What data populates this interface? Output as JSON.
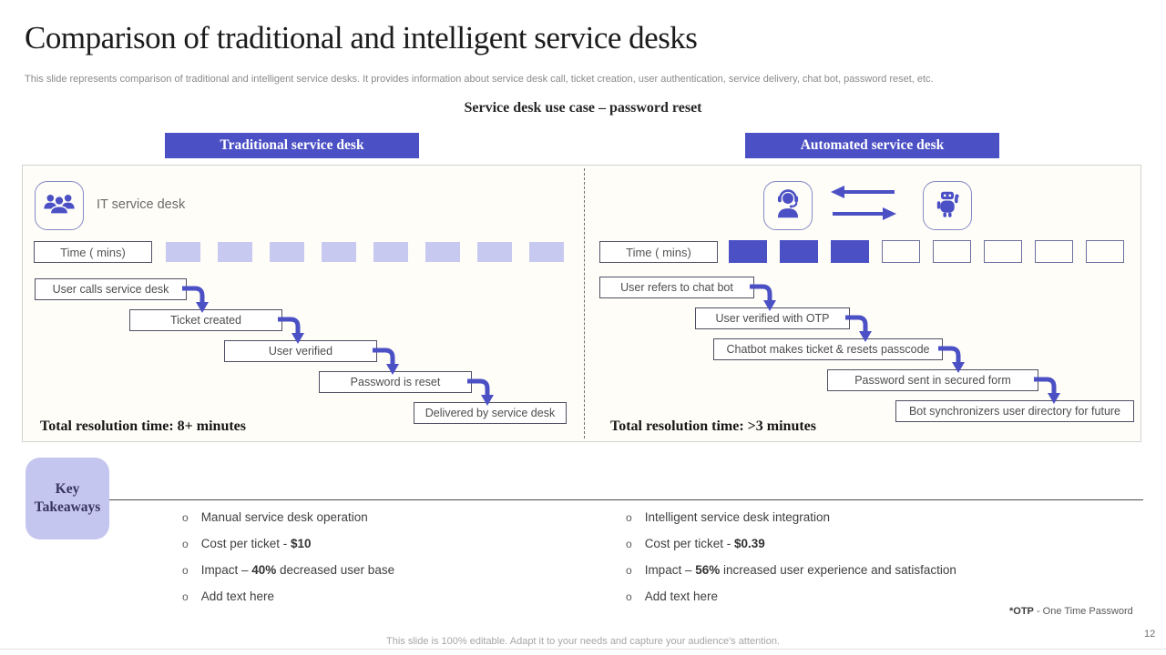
{
  "slide": {
    "title": "Comparison of traditional and intelligent service desks",
    "subtitle": "This slide represents comparison of traditional and intelligent service desks. It provides information about service desk call, ticket creation, user authentication, service delivery, chat bot, password reset, etc.",
    "use_case_heading": "Service desk use case – password reset",
    "footer": "This slide is 100% editable. Adapt it to your needs and capture your audience's attention.",
    "page_number": "12"
  },
  "colors": {
    "accent": "#4b50c5",
    "lavender": "#c6c8f0"
  },
  "comparison": {
    "left": {
      "header": "Traditional service desk",
      "entity": "IT service desk",
      "time_label": "Time ( mins)",
      "time_blocks": {
        "total": 8,
        "filled": 8
      },
      "steps": [
        "User calls service desk",
        "Ticket created",
        "User verified",
        "Password is reset",
        "Delivered by service desk"
      ],
      "total": "Total resolution time: 8+ minutes"
    },
    "right": {
      "header": "Automated service desk",
      "time_label": "Time ( mins)",
      "time_blocks": {
        "total": 8,
        "filled": 3
      },
      "steps": [
        "User refers to chat bot",
        "User verified with OTP",
        "Chatbot makes ticket & resets passcode",
        "Password sent in secured form",
        "Bot synchronizers user directory for future"
      ],
      "total": "Total resolution time: >3 minutes"
    }
  },
  "key_takeaways": {
    "label": "Key Takeaways",
    "marker": "o",
    "left_items": [
      {
        "pre": "Manual service desk operation"
      },
      {
        "pre": "Cost per ticket - ",
        "bold": "$10"
      },
      {
        "pre": "Impact – ",
        "bold": "40%",
        "post": " decreased user base"
      },
      {
        "pre": "Add text here"
      }
    ],
    "right_items": [
      {
        "pre": "Intelligent service desk integration"
      },
      {
        "pre": "Cost per ticket - ",
        "bold": "$0.39"
      },
      {
        "pre": "Impact – ",
        "bold": "56%",
        "post": " increased user experience and satisfaction"
      },
      {
        "pre": "Add text here"
      }
    ]
  },
  "footnote": {
    "bold": "*OTP",
    "rest": " - One Time Password"
  }
}
